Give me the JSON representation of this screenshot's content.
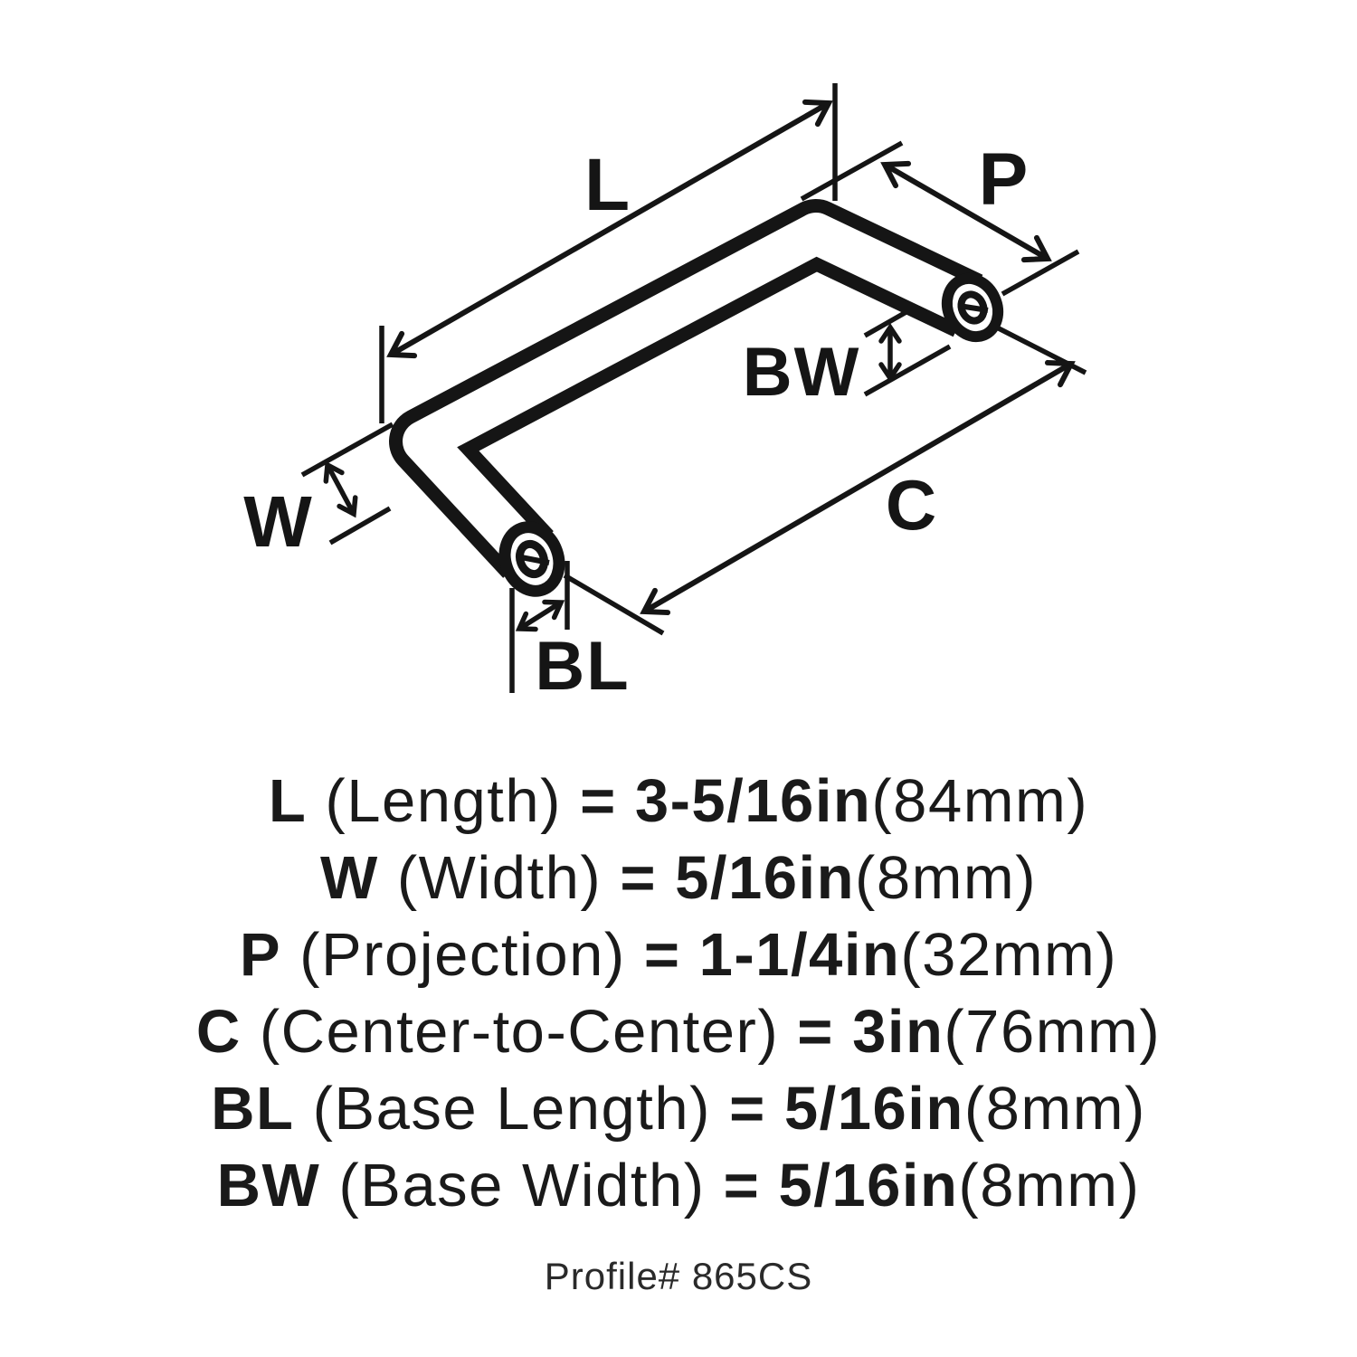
{
  "diagram": {
    "labels": {
      "length": "L",
      "projection": "P",
      "base_width": "BW",
      "width": "W",
      "center": "C",
      "base_length": "BL"
    }
  },
  "legend": {
    "rows": [
      {
        "symbol": "L",
        "name": "(Length)",
        "eq": "=",
        "value": "3-5/16in",
        "metric": "(84mm)"
      },
      {
        "symbol": "W",
        "name": "(Width)",
        "eq": "=",
        "value": "5/16in",
        "metric": "(8mm)"
      },
      {
        "symbol": "P",
        "name": "(Projection)",
        "eq": "=",
        "value": "1-1/4in",
        "metric": "(32mm)"
      },
      {
        "symbol": "C",
        "name": "(Center-to-Center)",
        "eq": "=",
        "value": "3in",
        "metric": "(76mm)"
      },
      {
        "symbol": "BL",
        "name": "(Base Length)",
        "eq": "=",
        "value": "5/16in",
        "metric": "(8mm)"
      },
      {
        "symbol": "BW",
        "name": "(Base Width)",
        "eq": "=",
        "value": "5/16in",
        "metric": "(8mm)"
      }
    ],
    "profile": "Profile# 865CS"
  },
  "colors": {
    "ink": "#151515",
    "background": "#ffffff"
  }
}
